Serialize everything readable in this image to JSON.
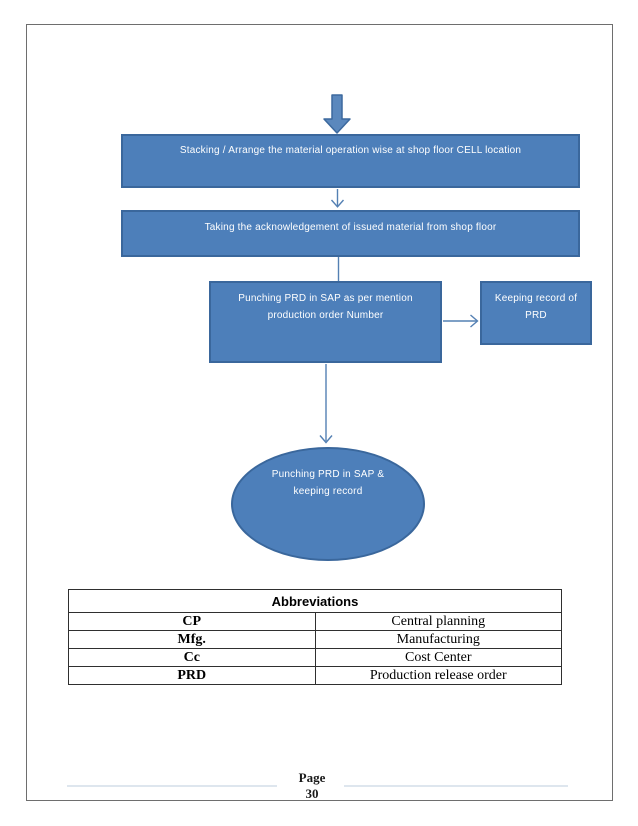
{
  "flowchart": {
    "start_arrow_icon": "thick-down-arrow",
    "boxes": {
      "stacking": "Stacking / Arrange the material operation wise at shop floor CELL location",
      "acknowledgement": "Taking the acknowledgement of issued material from shop floor",
      "punching_line1": "Punching PRD in SAP as per mention",
      "punching_line2": "production order Number",
      "keeping_line1": "Keeping record of",
      "keeping_line2": "PRD",
      "terminal_line1": "Punching PRD in SAP &",
      "terminal_line2": "keeping record"
    }
  },
  "abbreviations": {
    "title": "Abbreviations",
    "rows": [
      {
        "abbr": "CP",
        "meaning": "Central planning"
      },
      {
        "abbr": "Mfg.",
        "meaning": "Manufacturing"
      },
      {
        "abbr": "Cc",
        "meaning": "Cost Center"
      },
      {
        "abbr": "PRD",
        "meaning": "Production release order"
      }
    ]
  },
  "footer": {
    "page_label": "Page",
    "page_number": "30"
  },
  "colors": {
    "shape_fill": "#4d7fba",
    "shape_border": "#3a679c",
    "connector": "#5480b3",
    "footer_rule": "#dee6ee",
    "page_border": "#6e6e6e"
  }
}
